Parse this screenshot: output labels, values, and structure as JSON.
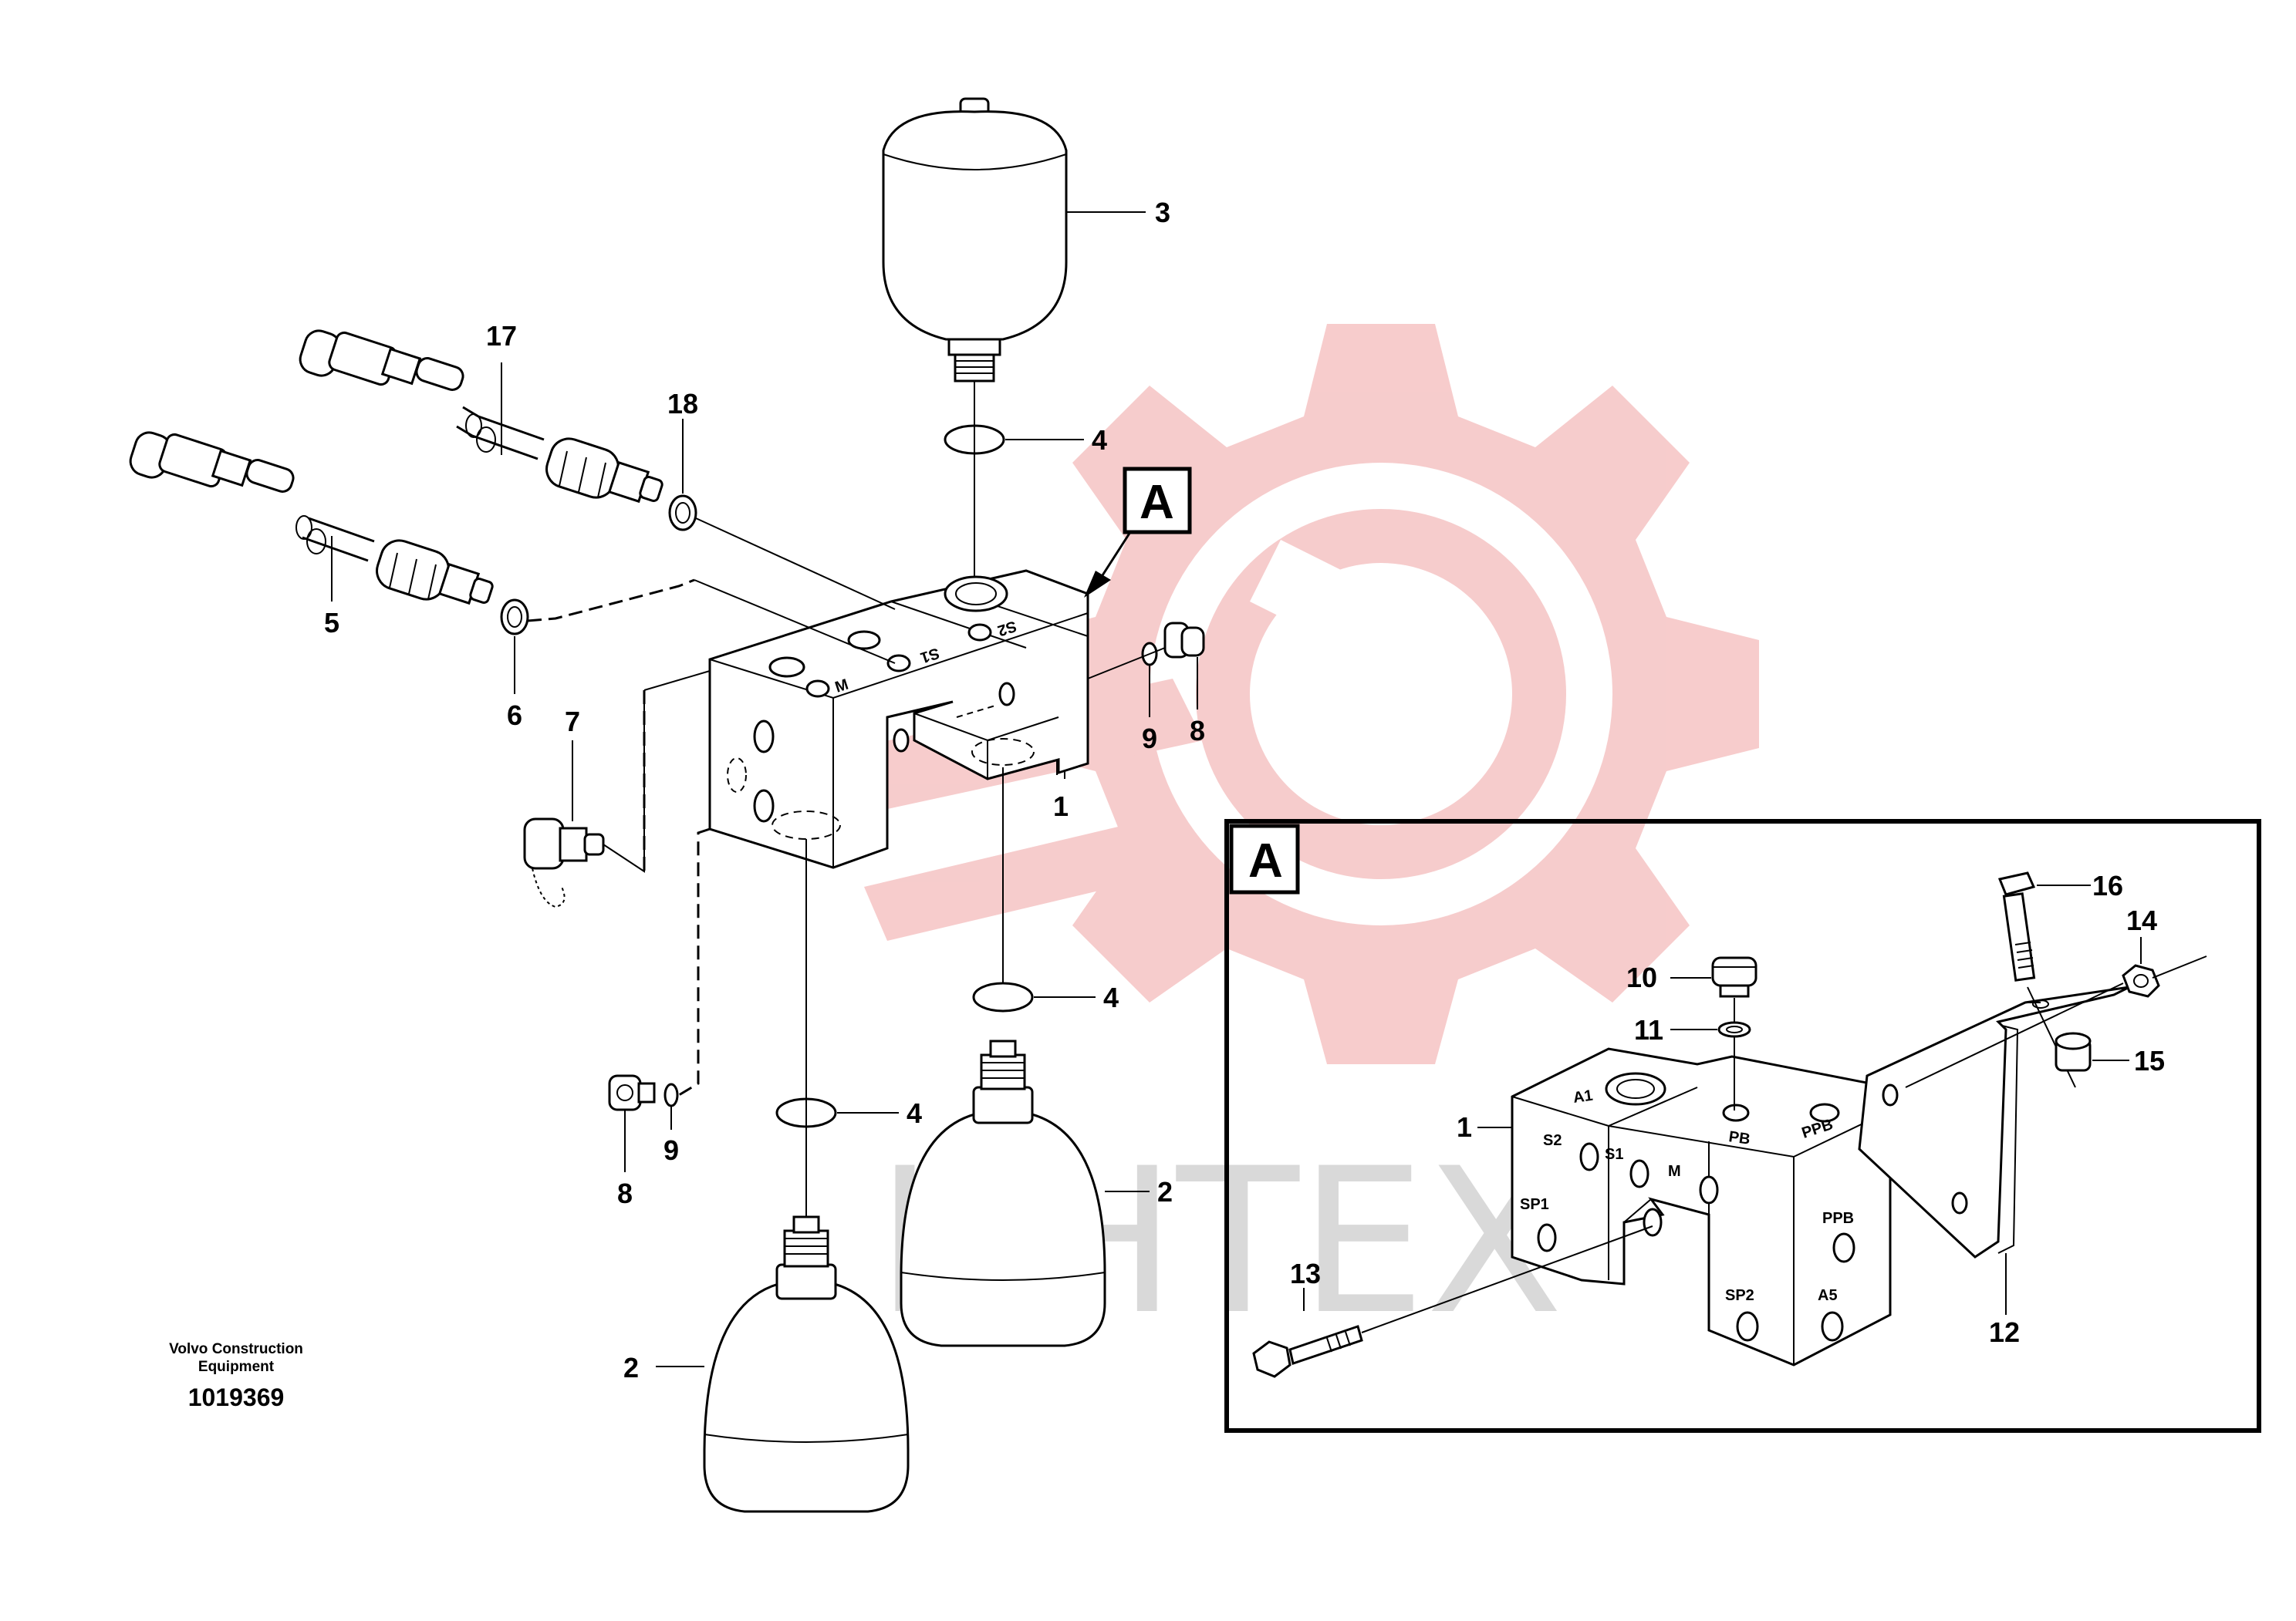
{
  "watermark": {
    "text": "ИНТЕХ",
    "gear_color": "#f6c7c7",
    "text_color": "#d9d9d9"
  },
  "detail": {
    "label": "A",
    "inset_label": "A"
  },
  "corner": {
    "company_line1": "Volvo Construction",
    "company_line2": "Equipment",
    "drawing_number": "1019369"
  },
  "main_callouts": {
    "p1": "1",
    "p2a": "2",
    "p2b": "2",
    "p3": "3",
    "p4a": "4",
    "p4b": "4",
    "p4c": "4",
    "p5": "5",
    "p6": "6",
    "p7": "7",
    "p8a": "8",
    "p8b": "8",
    "p9a": "9",
    "p9b": "9",
    "p17": "17",
    "p18": "18"
  },
  "block_ports": {
    "m": "M",
    "s1": "S1",
    "s2": "S2"
  },
  "inset_callouts": {
    "p1": "1",
    "p10": "10",
    "p11": "11",
    "p12": "12",
    "p13": "13",
    "p14": "14",
    "p15": "15",
    "p16": "16"
  },
  "inset_ports": {
    "a1": "A1",
    "s2": "S2",
    "s1": "S1",
    "m": "M",
    "pb": "PB",
    "ppb_top": "PPB",
    "sp1": "SP1",
    "ppb_front": "PPB",
    "sp2": "SP2",
    "a5": "A5"
  }
}
